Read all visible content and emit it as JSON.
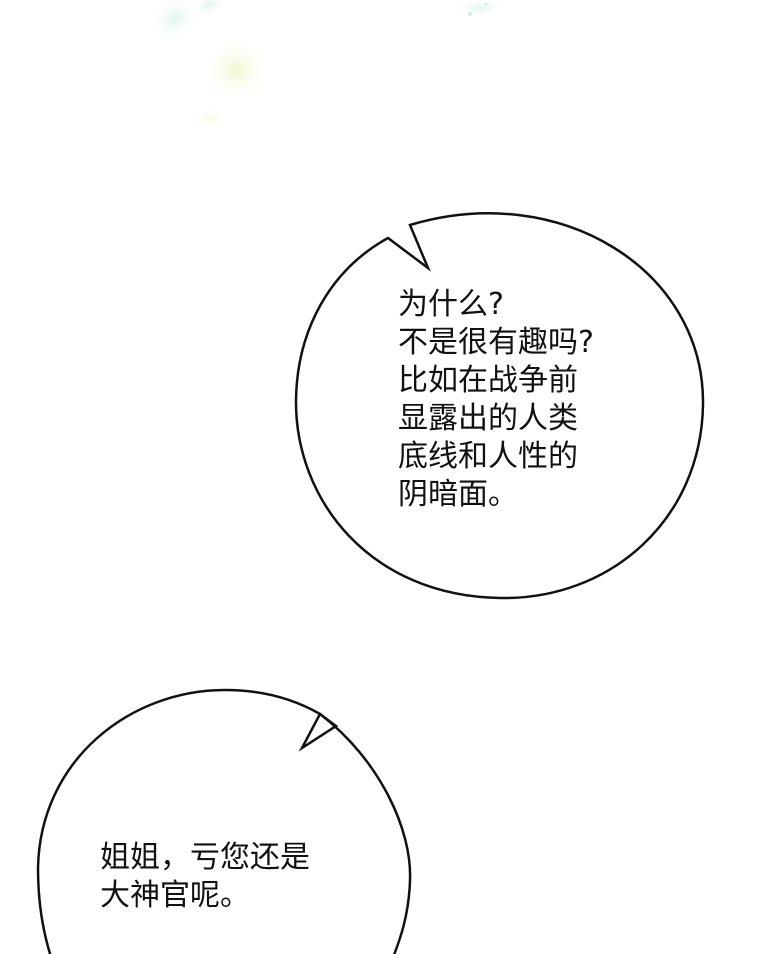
{
  "comic_panel": {
    "colors": {
      "background": "#ffffff",
      "bubble_fill": "#ffffff",
      "bubble_stroke": "#111111",
      "text": "#111111",
      "decor_mint": "#d8f3ee",
      "decor_yellow": "#f4f9d8"
    },
    "bubble_1": {
      "lines": [
        "为什么?",
        "不是很有趣吗?",
        "比如在战争前",
        "显露出的人类",
        "底线和人性的",
        "阴暗面。"
      ]
    },
    "bubble_2": {
      "lines": [
        "姐姐，亏您还是",
        "大神官呢。"
      ]
    }
  }
}
